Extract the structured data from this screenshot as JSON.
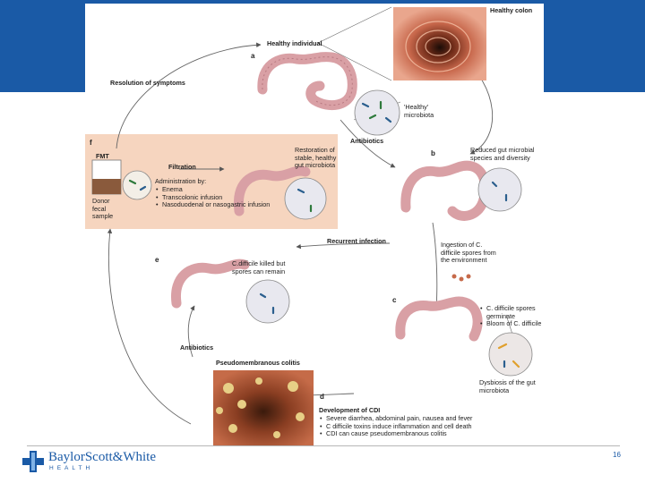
{
  "slide": {
    "page_number": "16",
    "brand": {
      "name": "BaylorScott&White",
      "sub": "HEALTH",
      "color": "#1a5aa6"
    }
  },
  "figure": {
    "healthy_colon": "Healthy colon",
    "healthy_individual": "Healthy individual",
    "letter_a": "a",
    "letter_b": "b",
    "letter_c": "c",
    "letter_d": "d",
    "letter_e": "e",
    "letter_f": "f",
    "resolution": "Resolution of symptoms",
    "healthy_microbiota": "'Healthy' microbiota",
    "antibiotics_top": "Antibiotics",
    "reduced": "Reduced gut microbial species and diversity",
    "fmt": {
      "title": "FMT",
      "filtration": "Filtration",
      "donor": "Donor fecal sample",
      "administration": "Administration by:",
      "items": [
        "Enema",
        "Transcolonic infusion",
        "Nasoduodenal or nasogastric infusion"
      ],
      "restoration": "Restoration of stable, healthy gut microbiota"
    },
    "recurrent": "Recurrent infection",
    "killed": "C.difficile killed but spores can remain",
    "ingestion": "Ingestion of C. difficile spores from the environment",
    "c_items": [
      "C. difficile spores germinate",
      "Bloom of C. difficile"
    ],
    "antibiotics_e": "Antibiotics",
    "pseudo": "Pseudomembranous colitis",
    "dysbiosis": "Dysbiosis of the gut microbiota",
    "cdi_title": "Development of CDI",
    "cdi_items": [
      "Severe diarrhea, abdominal pain, nausea and fever",
      "C difficile toxins induce inflammation and cell death",
      "CDI can cause pseudomembranous colitis"
    ]
  }
}
